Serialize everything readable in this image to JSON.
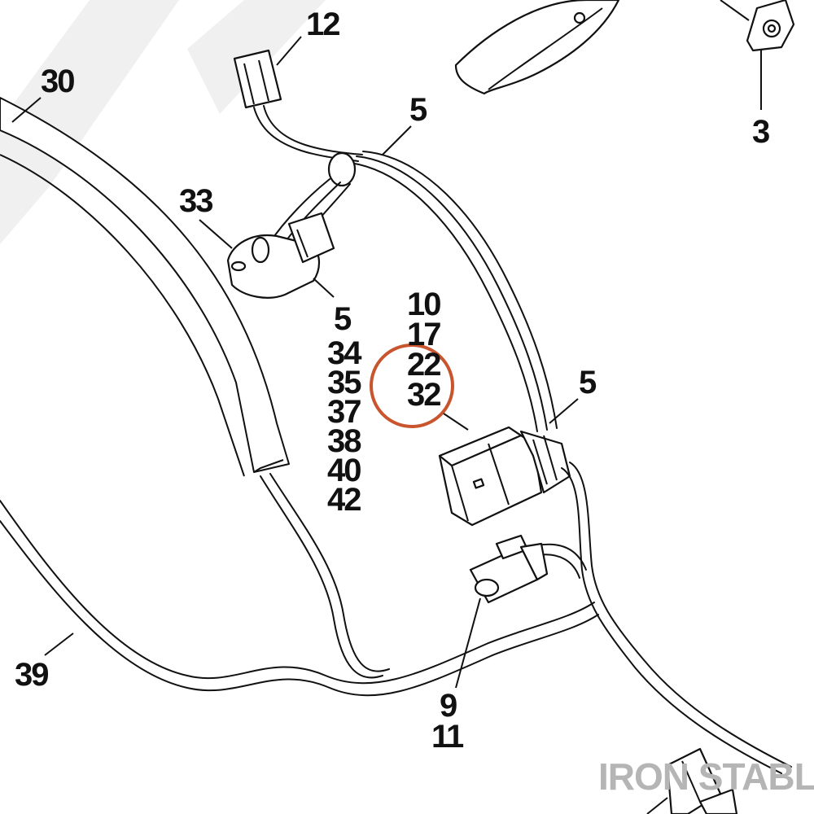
{
  "callouts": {
    "c12": "12",
    "c30": "30",
    "c5_top": "5",
    "c3": "3",
    "c33": "33",
    "c5_mid": "5",
    "c34": "34",
    "c35": "35",
    "c37": "37",
    "c38": "38",
    "c40": "40",
    "c42": "42",
    "c10": "10",
    "c17": "17",
    "c22": "22",
    "c32": "32",
    "c5_right": "5",
    "c9": "9",
    "c11": "11",
    "c39": "39"
  },
  "watermark": "IRON STABLE",
  "highlight": {
    "color": "#c8552d",
    "target": "22 / 32"
  }
}
